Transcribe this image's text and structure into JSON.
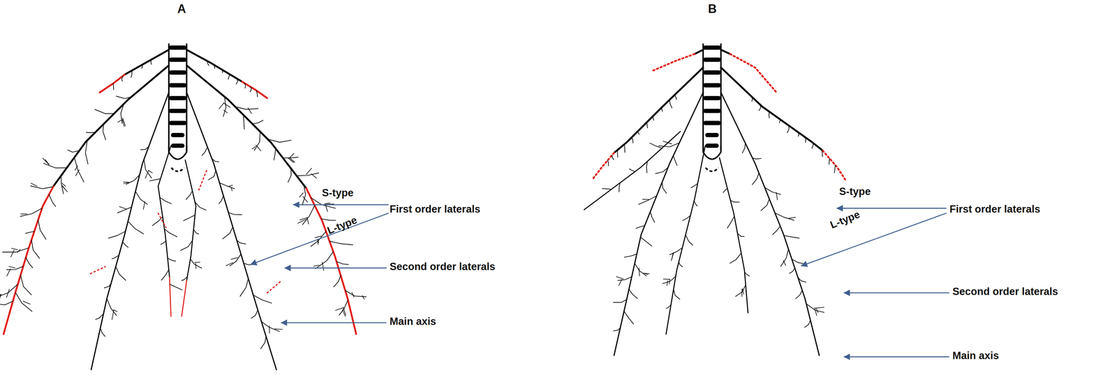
{
  "diagram": {
    "labels": [
      "A",
      "S-type",
      "First order laterals",
      "L-type",
      "Second order laterals",
      "Main axis",
      "B",
      "S-type",
      "First order laterals",
      "L-type",
      "Second order laterals",
      "Main axis"
    ]
  }
}
